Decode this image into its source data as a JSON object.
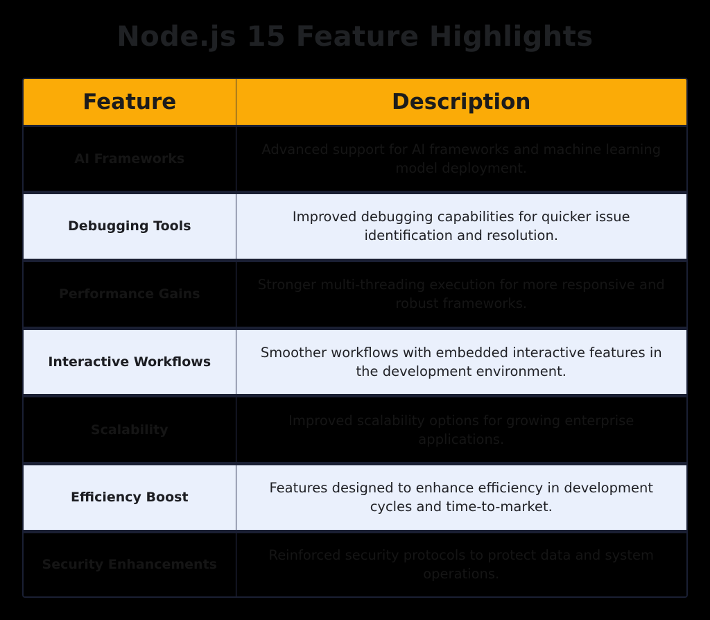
{
  "title": "Node.js 15 Feature Highlights",
  "table": {
    "headers": [
      "Feature",
      "Description"
    ],
    "rows": [
      {
        "style": "dark",
        "feature": "AI Frameworks",
        "description": "Advanced support for AI frameworks and machine learning model deployment."
      },
      {
        "style": "light",
        "feature": "Debugging Tools",
        "description": "Improved debugging capabilities for quicker issue identification and resolution."
      },
      {
        "style": "dark",
        "feature": "Performance Gains",
        "description": "Stronger multi-threading execution for more responsive and robust frameworks."
      },
      {
        "style": "light",
        "feature": "Interactive Workflows",
        "description": "Smoother workflows with embedded interactive features in the development environment."
      },
      {
        "style": "dark",
        "feature": "Scalability",
        "description": "Improved scalability options for growing enterprise applications."
      },
      {
        "style": "light",
        "feature": "Efficiency Boost",
        "description": "Features designed to enhance efficiency in development cycles and time-to-market."
      },
      {
        "style": "dark",
        "feature": "Security Enhancements",
        "description": "Reinforced security protocols to protect data and system operations."
      }
    ]
  },
  "colors": {
    "header_bg": "#fbab07",
    "light_row_bg": "#eaf0fc",
    "dark_row_bg": "#000000",
    "border": "#1a1f33"
  }
}
